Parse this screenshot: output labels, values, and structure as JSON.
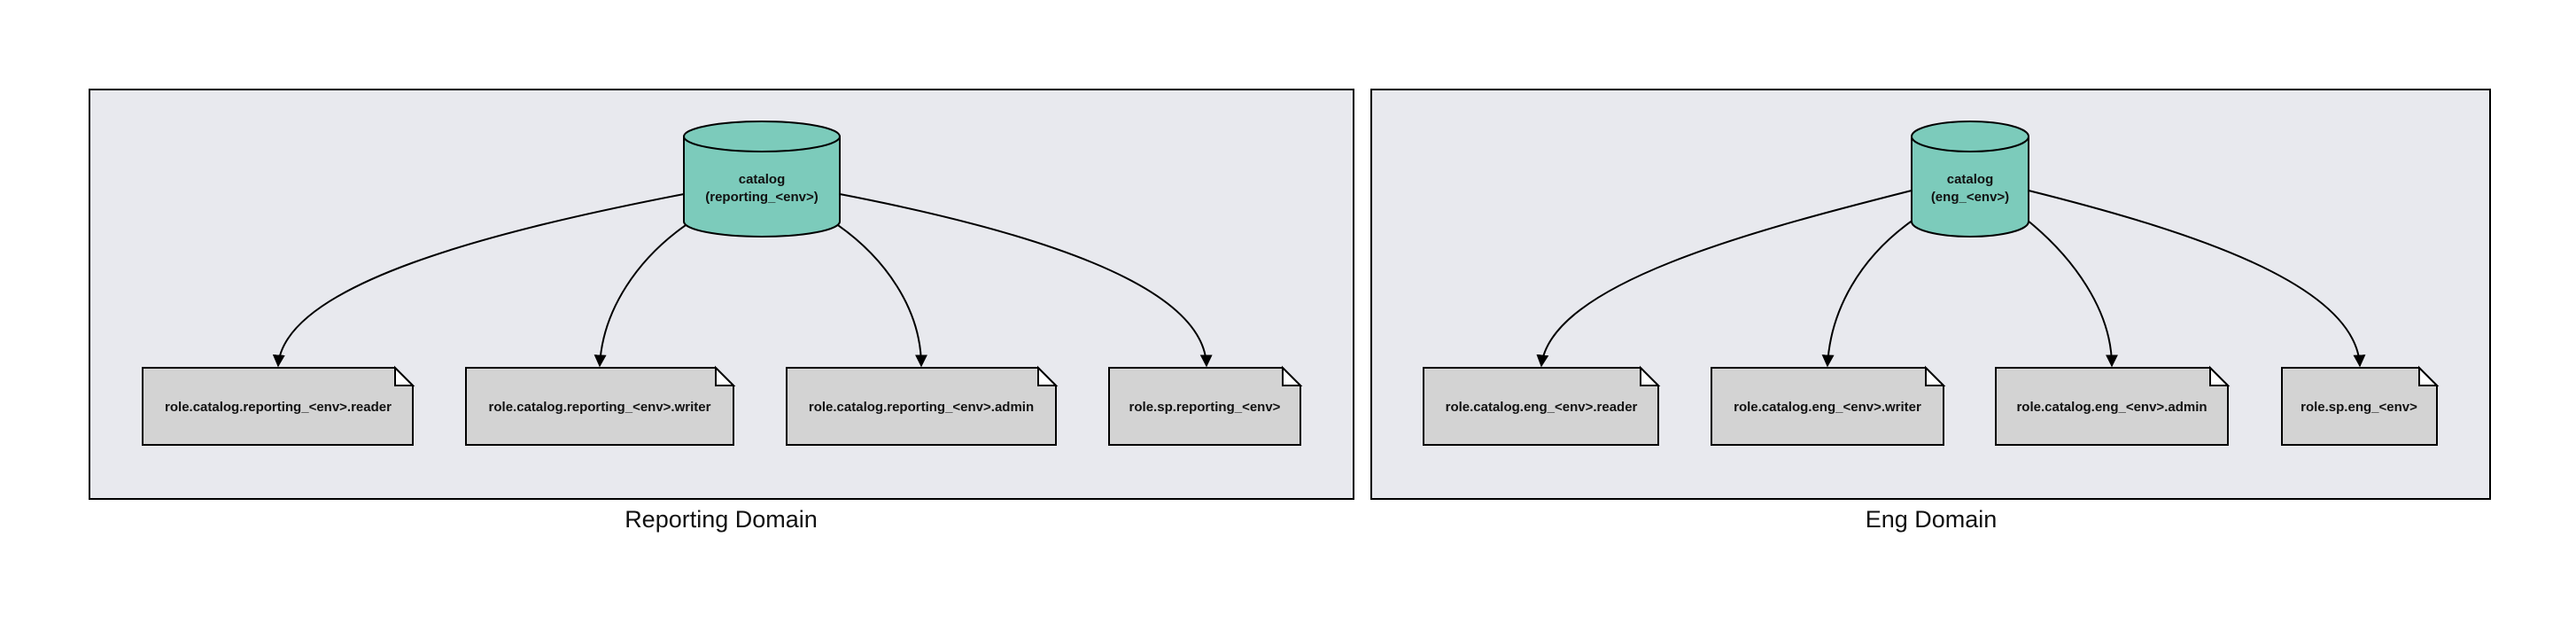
{
  "domains": [
    {
      "name": "Reporting Domain",
      "catalog": [
        "catalog",
        "(reporting_<env>)"
      ],
      "roles": [
        "role.catalog.reporting_<env>.reader",
        "role.catalog.reporting_<env>.writer",
        "role.catalog.reporting_<env>.admin",
        "role.sp.reporting_<env>"
      ]
    },
    {
      "name": "Eng Domain",
      "catalog": [
        "catalog",
        "(eng_<env>)"
      ],
      "roles": [
        "role.catalog.eng_<env>.reader",
        "role.catalog.eng_<env>.writer",
        "role.catalog.eng_<env>.admin",
        "role.sp.eng_<env>"
      ]
    }
  ],
  "colors": {
    "panel": "#e8e9ee",
    "catalog": "#7ccbbb",
    "role_note": "#d3d3d3"
  }
}
